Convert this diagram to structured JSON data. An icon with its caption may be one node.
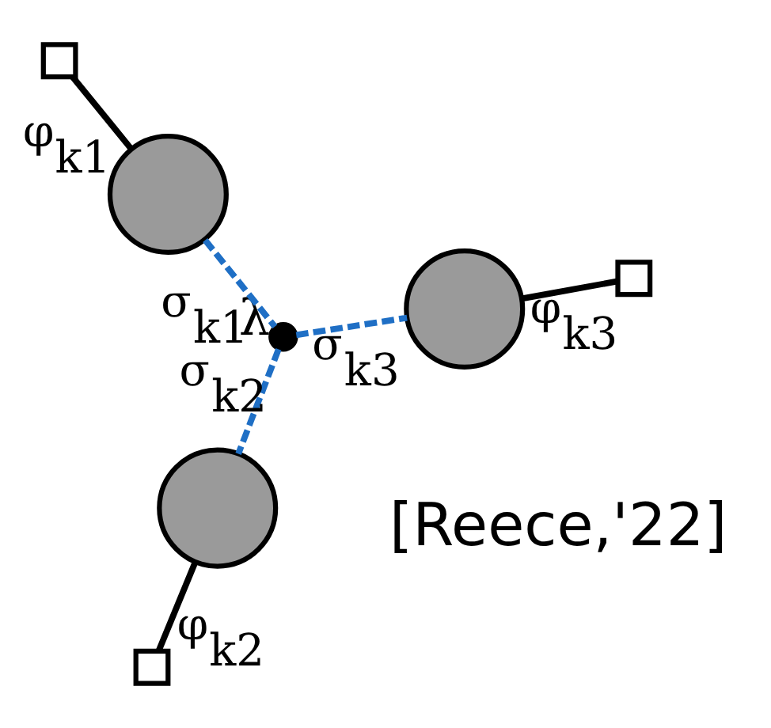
{
  "diagram": {
    "nodes": [
      {
        "text": [],
        "shape": "box"
      },
      {
        "text": [],
        "shape": "circle"
      },
      {
        "text": [],
        "shape": "circle",
        "beside": [
          "λ"
        ]
      },
      {
        "text": [],
        "shape": "circle"
      },
      {
        "text": [],
        "shape": "box"
      },
      {
        "text": [],
        "shape": "circle"
      },
      {
        "text": [],
        "shape": "box"
      }
    ],
    "edges": [
      {
        "from": 0,
        "to": 1,
        "arrow": "none",
        "label": "φ$_{k1}$",
        "color": "#000000"
      },
      {
        "from": 1,
        "to": 2,
        "arrow": "none",
        "label": "σ$_{k1}$",
        "style": "dashed",
        "color": "#1f6fc5"
      },
      {
        "from": 2,
        "to": 3,
        "arrow": "none",
        "label": "σ$_{k3}$",
        "style": "dashed",
        "color": "#1f6fc5"
      },
      {
        "from": 3,
        "to": 4,
        "arrow": "none",
        "label": "φ$_{k3}$",
        "color": "#000000"
      },
      {
        "from": 2,
        "to": 5,
        "arrow": "none",
        "label": "σ$_{k2}$",
        "style": "dashed",
        "color": "#1f6fc5"
      },
      {
        "from": 5,
        "to": 6,
        "arrow": "none",
        "label": "φ$_{k2}$",
        "color": "#000000"
      }
    ],
    "labels": [
      "[Reece,'22]"
    ]
  }
}
